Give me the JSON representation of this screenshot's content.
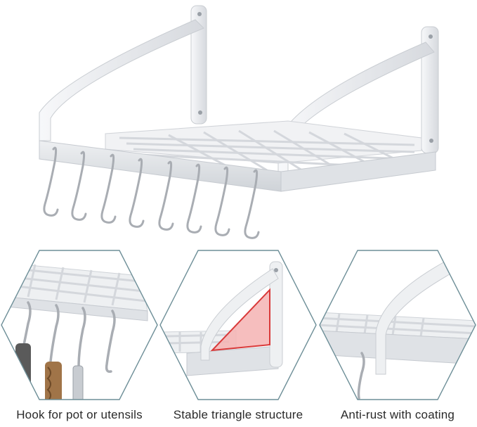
{
  "captions": [
    "Hook for pot or utensils",
    "Stable triangle structure",
    "Anti-rust with coating"
  ],
  "colors": {
    "rack": "#e9ebee",
    "rack_shadow": "#c7cbd1",
    "hook": "#a9adb3",
    "hexagon_border": "#6e8f98",
    "highlight_fill": "#f4b3b3",
    "highlight_stroke": "#d93a3a",
    "wood": "#a07448"
  },
  "icons": [
    "rack-image",
    "hook-detail-image",
    "triangle-detail-image",
    "coating-detail-image"
  ]
}
